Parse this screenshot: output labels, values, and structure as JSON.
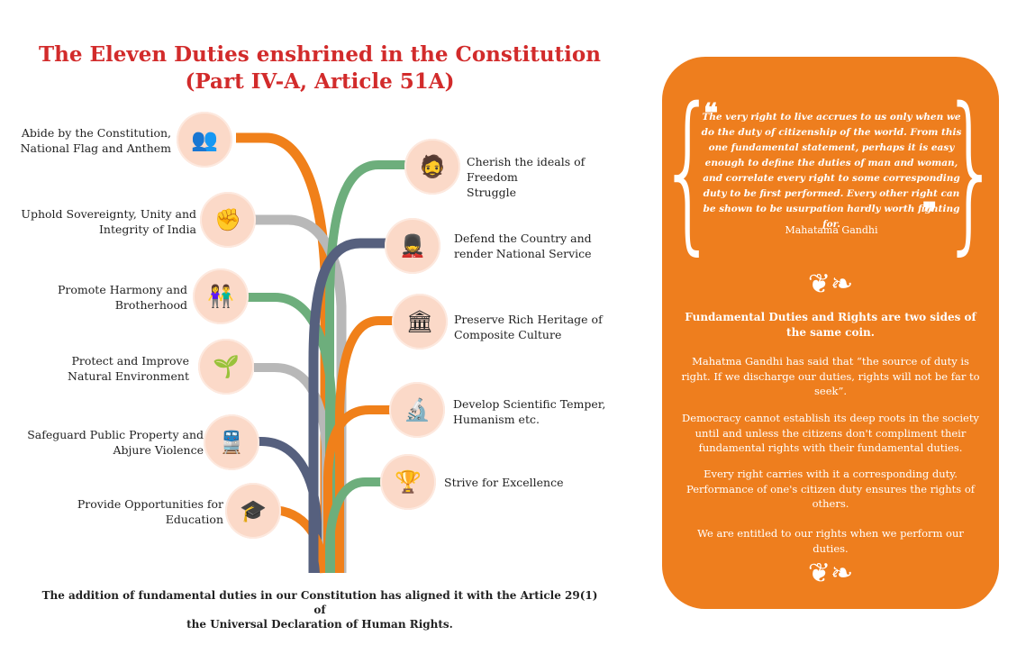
{
  "title": {
    "line1": "The Eleven Duties enshrined in the Constitution",
    "line2": "(Part IV-A, Article 51A)"
  },
  "duties_left": [
    {
      "line1": "Abide by the Constitution,",
      "line2": "National Flag and Anthem",
      "icon": "flag-people-icon",
      "glyph": "👥"
    },
    {
      "line1": "Uphold Sovereignty, Unity and",
      "line2": "Integrity of India",
      "icon": "raised-fist-icon",
      "glyph": "✊"
    },
    {
      "line1": "Promote Harmony and",
      "line2": "Brotherhood",
      "icon": "diverse-people-icon",
      "glyph": "👫"
    },
    {
      "line1": "Protect and Improve",
      "line2": "Natural Environment",
      "icon": "hand-plant-icon",
      "glyph": "🌱"
    },
    {
      "line1": "Safeguard Public Property and",
      "line2": "Abjure Violence",
      "icon": "train-icon",
      "glyph": "🚆"
    },
    {
      "line1": "Provide Opportunities for",
      "line2": "Education",
      "icon": "graduate-icon",
      "glyph": "🎓"
    }
  ],
  "duties_right": [
    {
      "line1": "Cherish the ideals of Freedom",
      "line2": "Struggle",
      "icon": "freedom-fighters-icon",
      "glyph": "🧔"
    },
    {
      "line1": "Defend the Country and",
      "line2": "render National Service",
      "icon": "soldier-salute-icon",
      "glyph": "💂"
    },
    {
      "line1": "Preserve Rich Heritage of",
      "line2": "Composite Culture",
      "icon": "india-gate-icon",
      "glyph": "🏛"
    },
    {
      "line1": "Develop Scientific Temper,",
      "line2": "Humanism etc.",
      "icon": "scientist-icon",
      "glyph": "🔬"
    },
    {
      "line1": "Strive for Excellence",
      "line2": "",
      "icon": "achievers-icon",
      "glyph": "🏆"
    }
  ],
  "footer": {
    "line1": "The addition of fundamental duties in our Constitution has aligned it with the Article 29(1) of",
    "line2": "the Universal Declaration of Human Rights."
  },
  "quote": {
    "text": "The very right to live accrues to us only when we do the duty of citizenship of the world. From this one fundamental statement, perhaps it is easy enough to define the duties of man and woman, and correlate every right to some corresponding duty to be first performed. Every other right can be shown to be usurpation hardly worth fighting for.",
    "author": "Mahatama Gandhi"
  },
  "panel": {
    "heading": "Fundamental Duties and Rights are two sides of the same coin.",
    "para1": "Mahatma Gandhi has said that “the source of duty is right. If we discharge our duties, rights will not be far to seek”.",
    "para2": "Democracy cannot establish its deep roots in the society until and unless the citizens don't compliment their fundamental rights with their fundamental duties.",
    "para3": "Every right carries with it a corresponding duty. Performance of one's citizen duty ensures the rights of others.",
    "para4": "We are entitled to our rights when we perform our duties."
  },
  "colors": {
    "orange": "#f0801a",
    "green": "#6dae7c",
    "gray": "#b8b8b8",
    "navy": "#56607e",
    "title_red": "#d22b2b",
    "panel_orange": "#ee7e1e",
    "icon_bg": "#fbd9c8"
  }
}
